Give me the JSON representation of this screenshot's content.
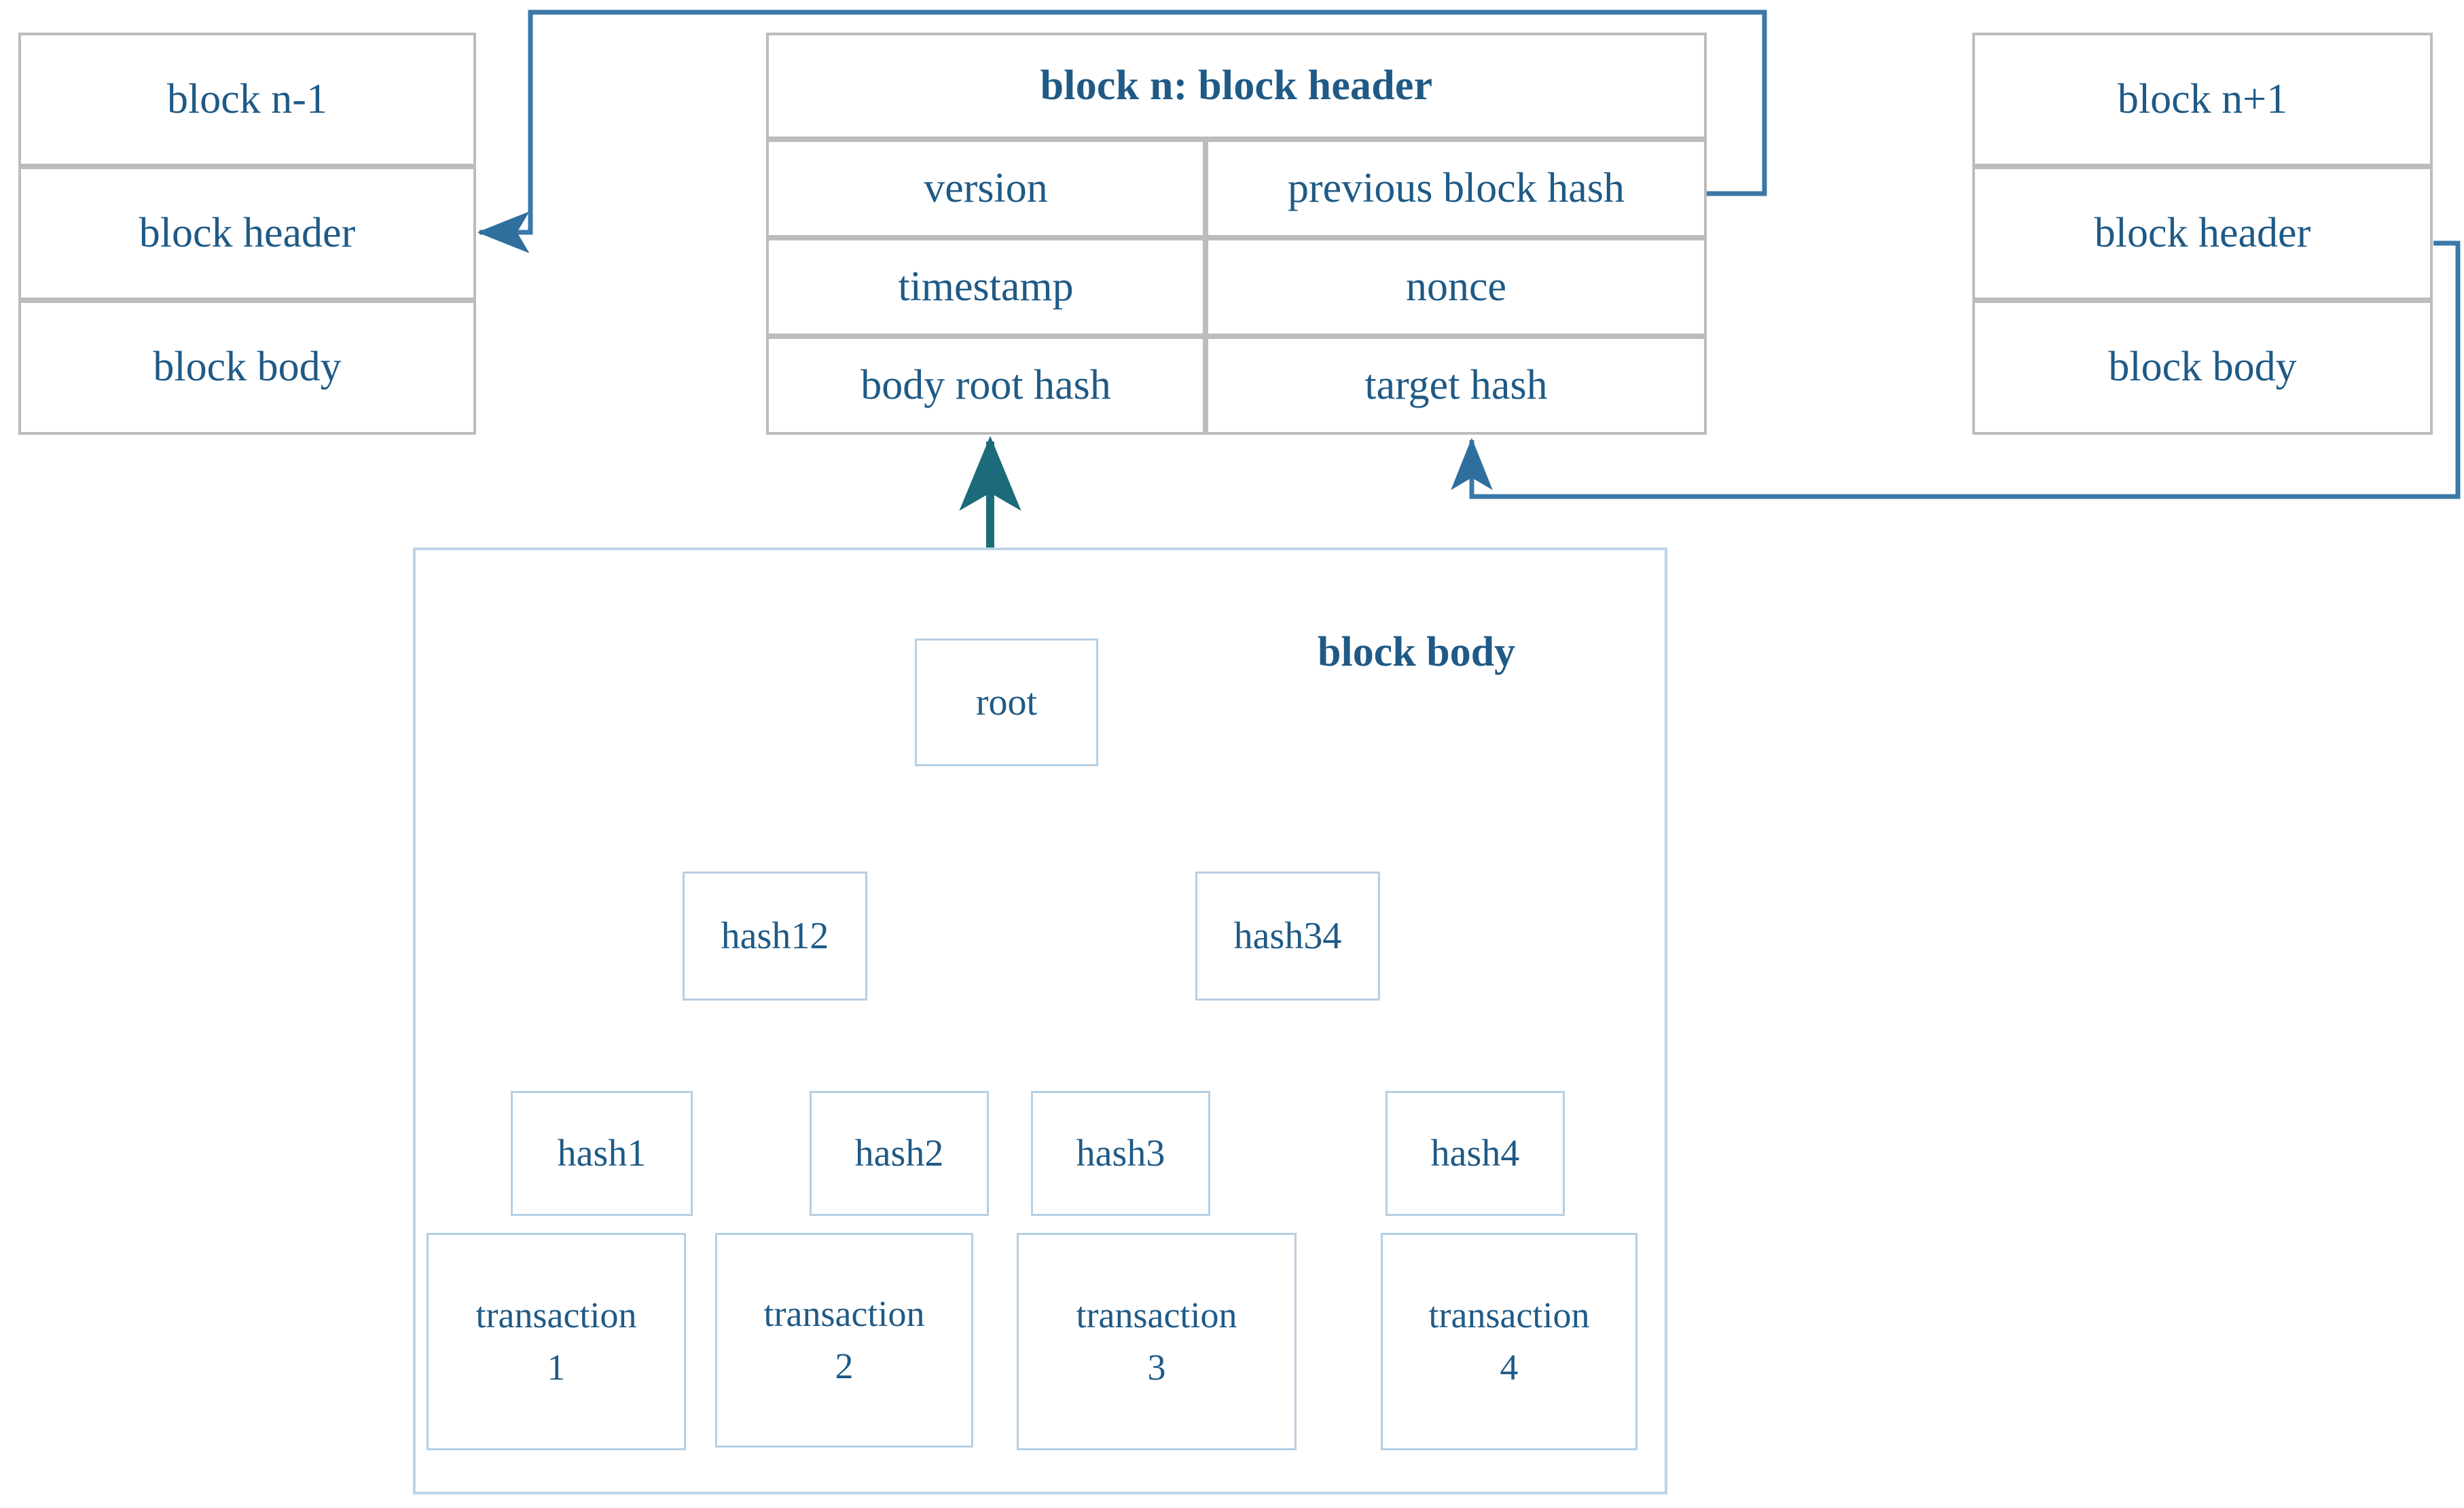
{
  "diagram": {
    "title": "blockchain block structure with merkle tree",
    "colors": {
      "text_blue": "#1f5a86",
      "chain_border_gray": "#bcbcbc",
      "node_border_blue": "#b6cfe3",
      "arrow_light_blue": "#3a78a8",
      "arrow_teal": "#1b6b7a",
      "background": "#ffffff"
    }
  },
  "blocks": {
    "prev": {
      "rows": [
        {
          "label": "block n-1"
        },
        {
          "label": "block header"
        },
        {
          "label": "block body"
        }
      ]
    },
    "next": {
      "rows": [
        {
          "label": "block n+1"
        },
        {
          "label": "block header"
        },
        {
          "label": "block body"
        }
      ]
    },
    "current": {
      "title": "block n: block header",
      "fields": [
        {
          "left": "version",
          "right": "previous block hash"
        },
        {
          "left": "timestamp",
          "right": "nonce"
        },
        {
          "left": "body root hash",
          "right": "target hash"
        }
      ]
    }
  },
  "block_body": {
    "label": "block body",
    "merkle": {
      "root": {
        "label": "root"
      },
      "level2": [
        {
          "label": "hash12"
        },
        {
          "label": "hash34"
        }
      ],
      "level1": [
        {
          "label": "hash1"
        },
        {
          "label": "hash2"
        },
        {
          "label": "hash3"
        },
        {
          "label": "hash4"
        }
      ],
      "transactions": [
        {
          "line1": "transaction",
          "line2": "1"
        },
        {
          "line1": "transaction",
          "line2": "2"
        },
        {
          "line1": "transaction",
          "line2": "3"
        },
        {
          "line1": "transaction",
          "line2": "4"
        }
      ]
    }
  }
}
